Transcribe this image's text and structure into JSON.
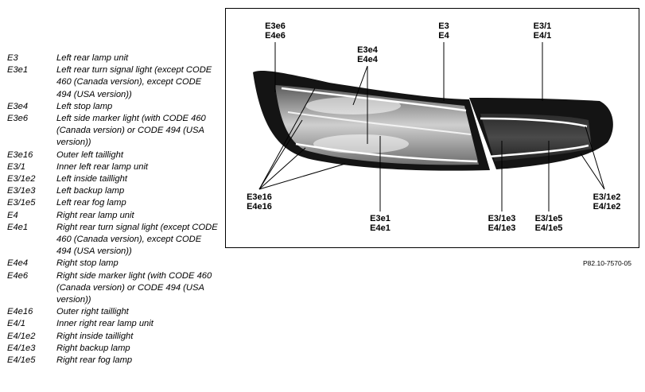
{
  "legend": [
    {
      "code": "E3",
      "desc": "Left rear lamp unit"
    },
    {
      "code": "E3e1",
      "desc": "Left rear turn signal light (except CODE 460 (Canada version), except CODE 494 (USA version))"
    },
    {
      "code": "E3e4",
      "desc": "Left stop lamp"
    },
    {
      "code": "E3e6",
      "desc": "Left side marker light (with CODE 460 (Canada version) or CODE 494 (USA version))"
    },
    {
      "code": "E3e16",
      "desc": "Outer left taillight"
    },
    {
      "code": "E3/1",
      "desc": "Inner left rear lamp unit"
    },
    {
      "code": "E3/1e2",
      "desc": "Left inside taillight"
    },
    {
      "code": "E3/1e3",
      "desc": "Left backup lamp"
    },
    {
      "code": "E3/1e5",
      "desc": "Left rear fog lamp"
    },
    {
      "code": "E4",
      "desc": "Right rear lamp unit"
    },
    {
      "code": "E4e1",
      "desc": "Right rear turn signal light (except CODE 460 (Canada version), except CODE 494 (USA version))"
    },
    {
      "code": "E4e4",
      "desc": "Right stop lamp"
    },
    {
      "code": "E4e6",
      "desc": "Right side marker light (with CODE 460 (Canada version) or CODE 494 (USA version))"
    },
    {
      "code": "E4e16",
      "desc": "Outer right taillight"
    },
    {
      "code": "E4/1",
      "desc": "Inner right rear lamp unit"
    },
    {
      "code": "E4/1e2",
      "desc": "Right inside taillight"
    },
    {
      "code": "E4/1e3",
      "desc": "Right backup lamp"
    },
    {
      "code": "E4/1e5",
      "desc": "Right rear fog lamp"
    }
  ],
  "callouts": {
    "e6": [
      "E3e6",
      "E4e6"
    ],
    "main": [
      "E3",
      "E4"
    ],
    "inner": [
      "E3/1",
      "E4/1"
    ],
    "e4": [
      "E3e4",
      "E4e4"
    ],
    "e16": [
      "E3e16",
      "E4e16"
    ],
    "e1": [
      "E3e1",
      "E4e1"
    ],
    "e3": [
      "E3/1e3",
      "E4/1e3"
    ],
    "e5": [
      "E3/1e5",
      "E4/1e5"
    ],
    "e2": [
      "E3/1e2",
      "E4/1e2"
    ]
  },
  "figure_ref": "P82.10-7570-05"
}
